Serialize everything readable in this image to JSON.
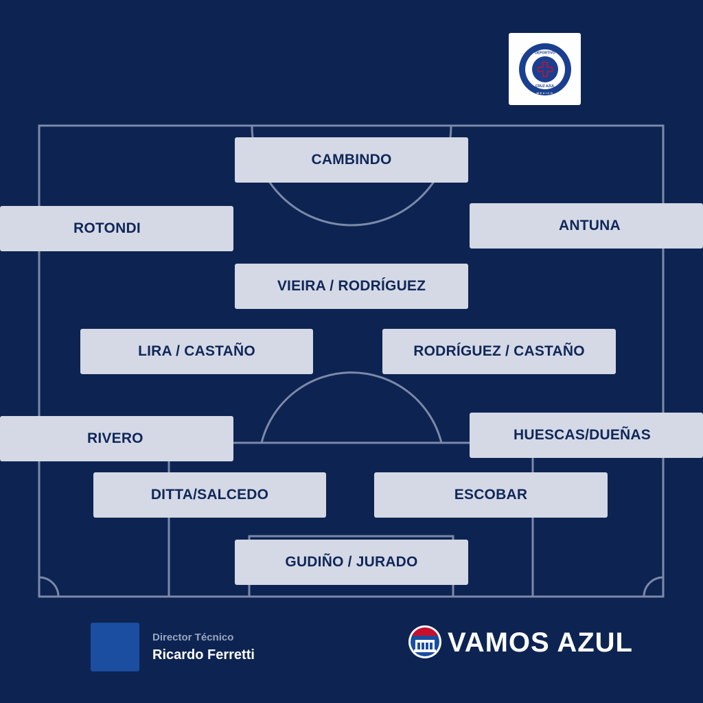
{
  "colors": {
    "background": "#0d2452",
    "lines": "#7c89a8",
    "card": "#d5d9e5",
    "card_text": "#10275a",
    "crest_blue": "#1a3f8f",
    "crest_red": "#c8102e"
  },
  "crest": {
    "top_text": "DEPORTIVO",
    "bottom_text": "CRUZ AZUL",
    "ring_text": "MEXICO",
    "icon": "cruz-azul-crest-icon"
  },
  "players": {
    "cambindo": "CAMBINDO",
    "rotondi": "ROTONDI",
    "antuna": "ANTUNA",
    "vieira": "VIEIRA / RODRÍGUEZ",
    "lira": "LIRA / CASTAÑO",
    "rodriguez": "RODRÍGUEZ / CASTAÑO",
    "rivero": "RIVERO",
    "huescas": "HUESCAS/DUEÑAS",
    "ditta": "DITTA/SALCEDO",
    "escobar": "ESCOBAR",
    "gudino": "GUDIÑO / JURADO"
  },
  "coach": {
    "role": "Director Técnico",
    "name": "Ricardo Ferretti"
  },
  "brand": {
    "name": "VAMOS AZUL",
    "icon": "stadium-logo-icon"
  }
}
